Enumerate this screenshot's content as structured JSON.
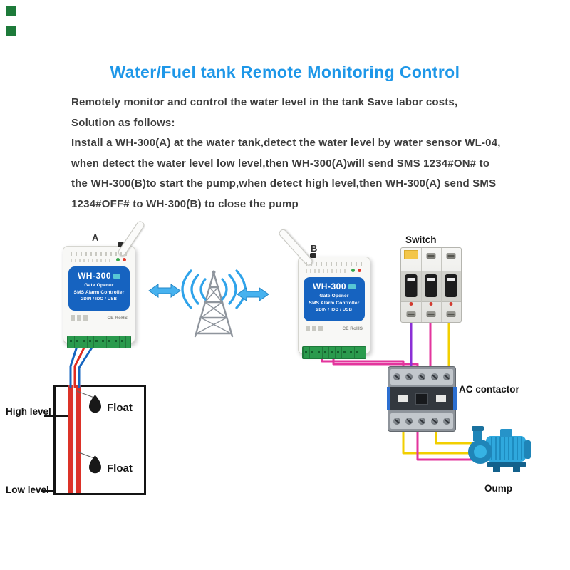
{
  "title": {
    "text": "Water/Fuel tank Remote Monitoring Control",
    "color": "#1e97e8"
  },
  "description": {
    "lines": [
      "Remotely monitor and control the water level in the tank Save labor costs,",
      "Solution as follows:",
      "Install a WH-300(A) at the water tank,detect the water level by water sensor WL-04,",
      "when detect the water level low level,then WH-300(A)will send SMS 1234#ON# to",
      "the WH-300(B)to start the pump,when detect high level,then WH-300(A) send SMS",
      "1234#OFF# to WH-300(B) to close the pump"
    ]
  },
  "devices": {
    "a": {
      "label": "A",
      "model": "WH-300",
      "line1": "Gate Opener",
      "line2": "SMS Alarm Controller",
      "line3": "2DIN / IDO / USB",
      "cert": "CE RoHS"
    },
    "b": {
      "label": "B",
      "model": "WH-300",
      "line1": "Gate Opener",
      "line2": "SMS Alarm Controller",
      "line3": "2DIN / IDO / USB",
      "cert": "CE RoHS"
    }
  },
  "labels": {
    "switch": "Switch",
    "ac_contactor": "AC contactor",
    "pump": "Oump",
    "float_top": "Float",
    "float_bottom": "Float",
    "high_level": "High level",
    "low_level": "Low level"
  },
  "colors": {
    "title": "#1e97e8",
    "device_panel": "#1663c0",
    "terminal_green": "#2a9a4d",
    "pipe_red": "#dc3228",
    "wire_blue": "#1565c0",
    "wire_red": "#e02b20",
    "wire_magenta": "#e3359d",
    "wire_purple": "#8b2fd6",
    "wire_yellow": "#f2cf00",
    "signal_blue": "#2fa3ea",
    "pump_blue": "#2fa8dd"
  }
}
